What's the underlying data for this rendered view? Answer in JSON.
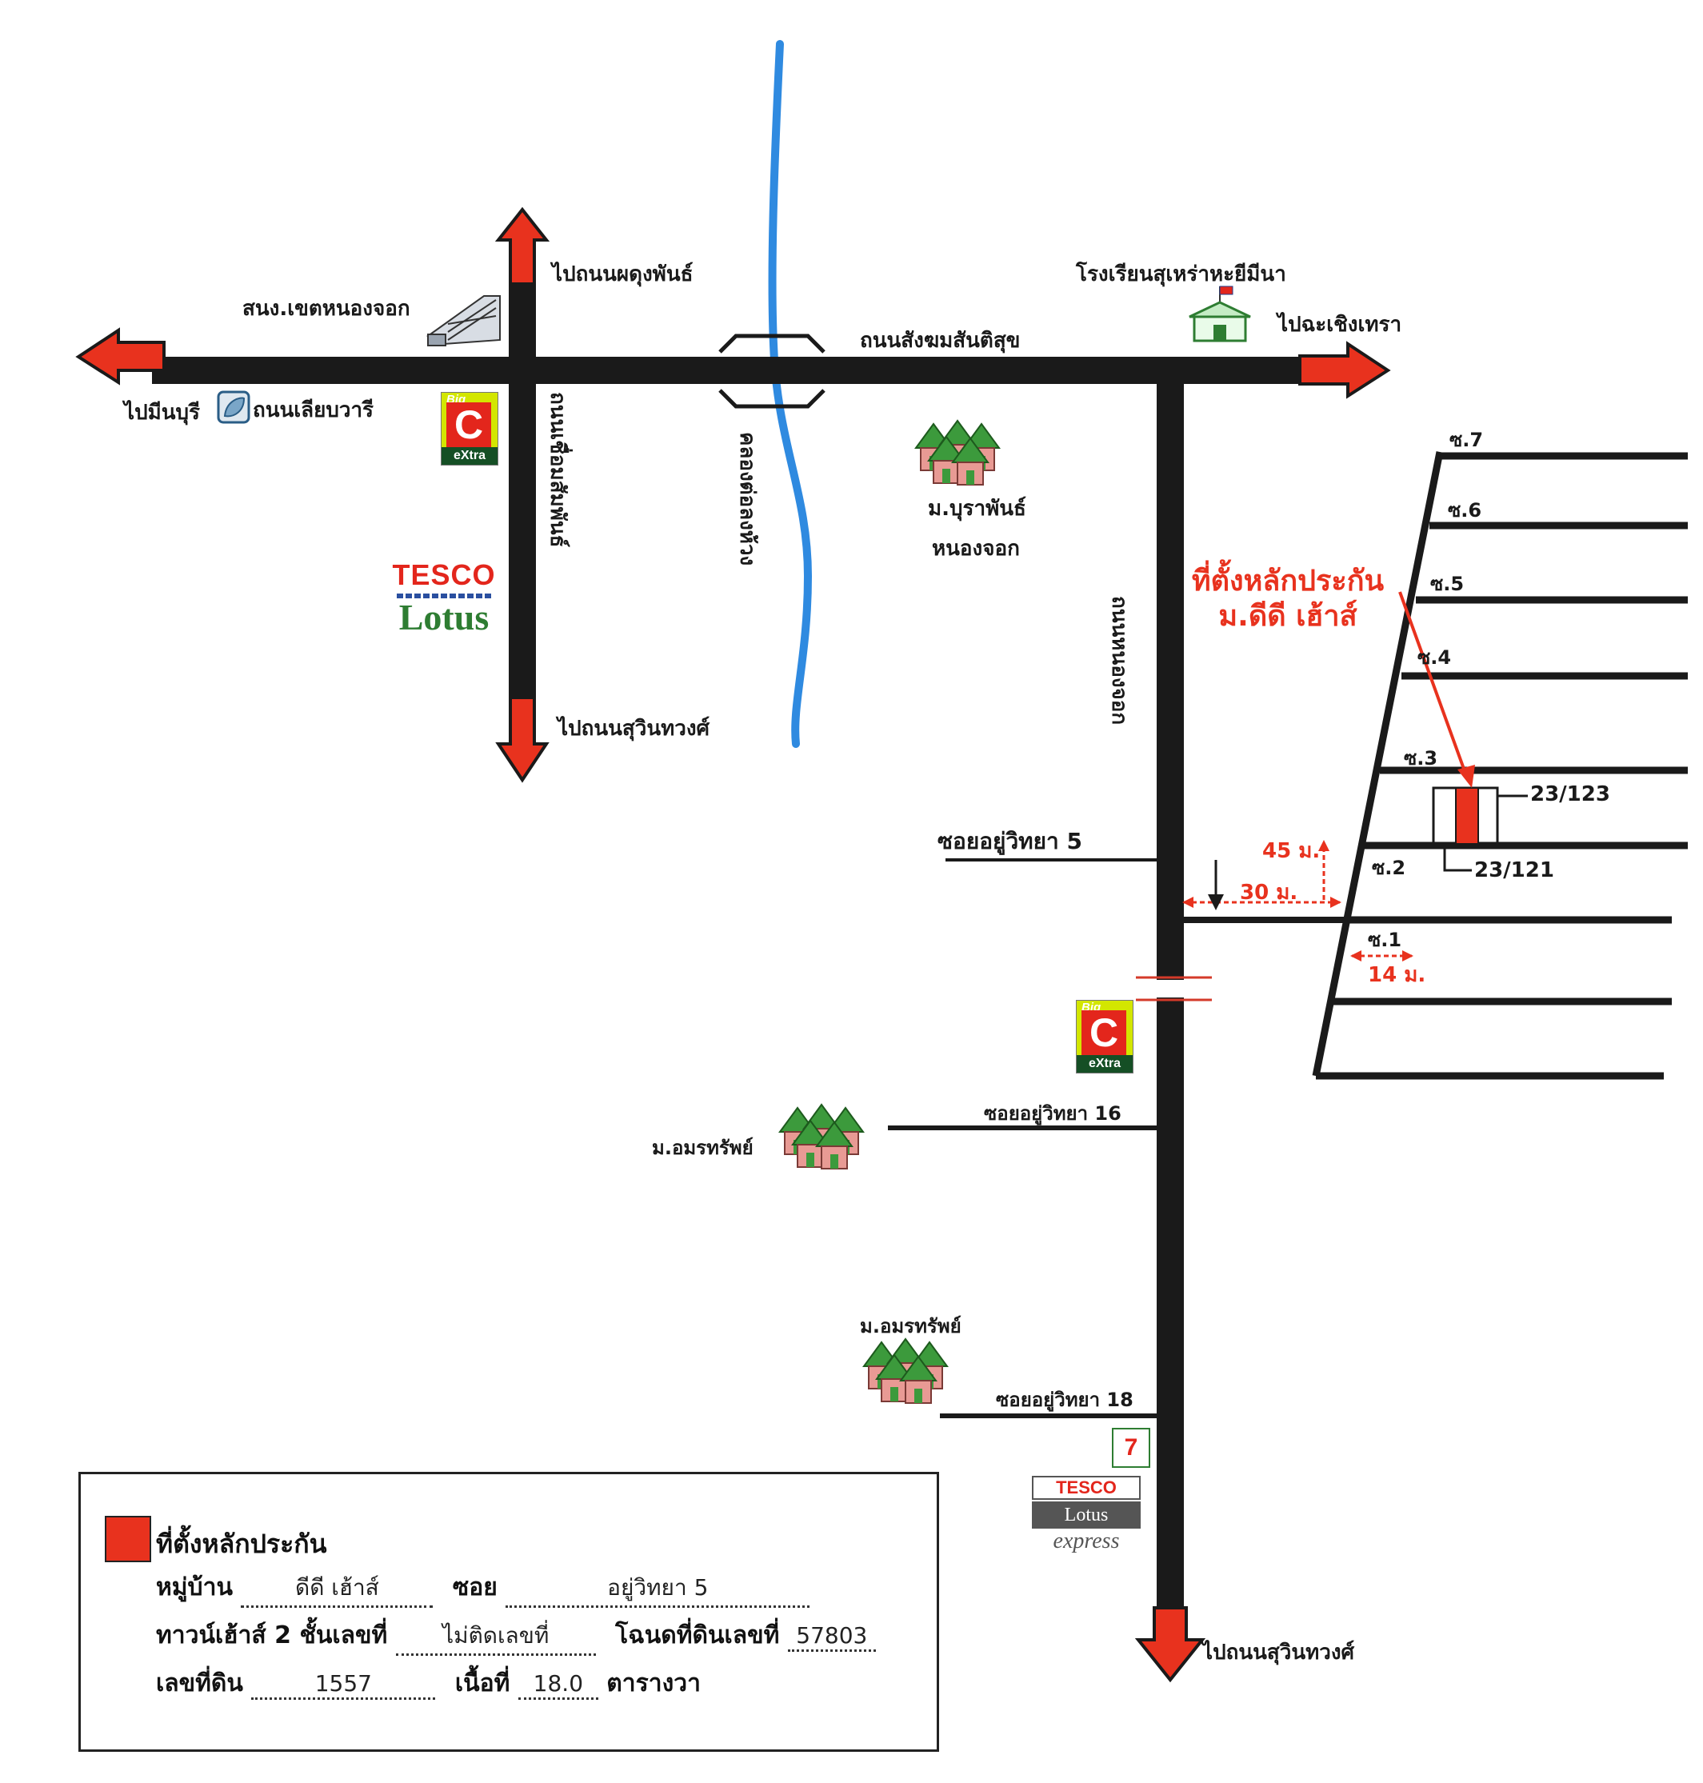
{
  "colors": {
    "road": "#1a1a1a",
    "river": "#2f8ae0",
    "arrow": "#e8321e",
    "marker": "#e8321e",
    "house_roof": "#3c9a3c",
    "house_wall": "#e89a94"
  },
  "labels": {
    "to_phadungphan": "ไปถนนผดุงพันธ์",
    "district_office": "สนง.เขตหนองจอก",
    "to_minburi": "ไปมีนบุรี",
    "liapwari_rd": "ถนนเลียบวารี",
    "chueamsamphan_rd": "ถนนเชื่อมสัมพันธ์",
    "to_suwinthawong_1": "ไปถนนสุวินทวงศ์",
    "canal": "คลองต่อลงห้วง",
    "sangkhom_rd": "ถนนสังฆมสันติสุข",
    "school": "โรงเรียนสุเหร่าหะยีมีนา",
    "to_chachoengsao": "ไปฉะเชิงเทรา",
    "village_burapan": "ม.บุราพันธ์",
    "nong_chok": "หนองจอก",
    "nong_chok_rd": "ถนนหนองจอก",
    "soi_yuwittaya_5": "ซอยอยู่วิทยา 5",
    "soi_yuwittaya_16": "ซอยอยู่วิทยา 16",
    "soi_yuwittaya_18": "ซอยอยู่วิทยา 18",
    "village_amon_1": "ม.อมรทรัพย์",
    "village_amon_2": "ม.อมรทรัพย์",
    "to_suwinthawong_2": "ไปถนนสุวินทวงศ์",
    "collateral_1": "ที่ตั้งหลักประกัน",
    "collateral_2": "ม.ดีดี เฮ้าส์",
    "dist_45": "45 ม.",
    "dist_30": "30 ม.",
    "dist_14": "14 ม.",
    "unit_a": "23/123",
    "unit_b": "23/121",
    "sois": [
      "ซ.7",
      "ซ.6",
      "ซ.5",
      "ซ.4",
      "ซ.3",
      "ซ.2",
      "ซ.1"
    ]
  },
  "brands": {
    "bigc_big": "Big",
    "bigc_c": "C",
    "bigc_extra": "eXtra",
    "tesco": "TESCO",
    "lotus": "Lotus",
    "express": "express",
    "seven": "7"
  },
  "legend": {
    "title": "ที่ตั้งหลักประกัน",
    "village_label": "หมู่บ้าน",
    "village_value": "ดีดี เฮ้าส์",
    "soi_label": "ซอย",
    "soi_value": "อยู่วิทยา 5",
    "townhouse_label": "ทาวน์เฮ้าส์ 2 ชั้นเลขที่",
    "townhouse_value": "ไม่ติดเลขที่",
    "deed_label": "โฉนดที่ดินเลขที่",
    "deed_value": "57803",
    "land_no_label": "เลขที่ดิน",
    "land_no_value": "1557",
    "area_label": "เนื้อที่",
    "area_value": "18.0",
    "area_unit": "ตารางวา"
  }
}
